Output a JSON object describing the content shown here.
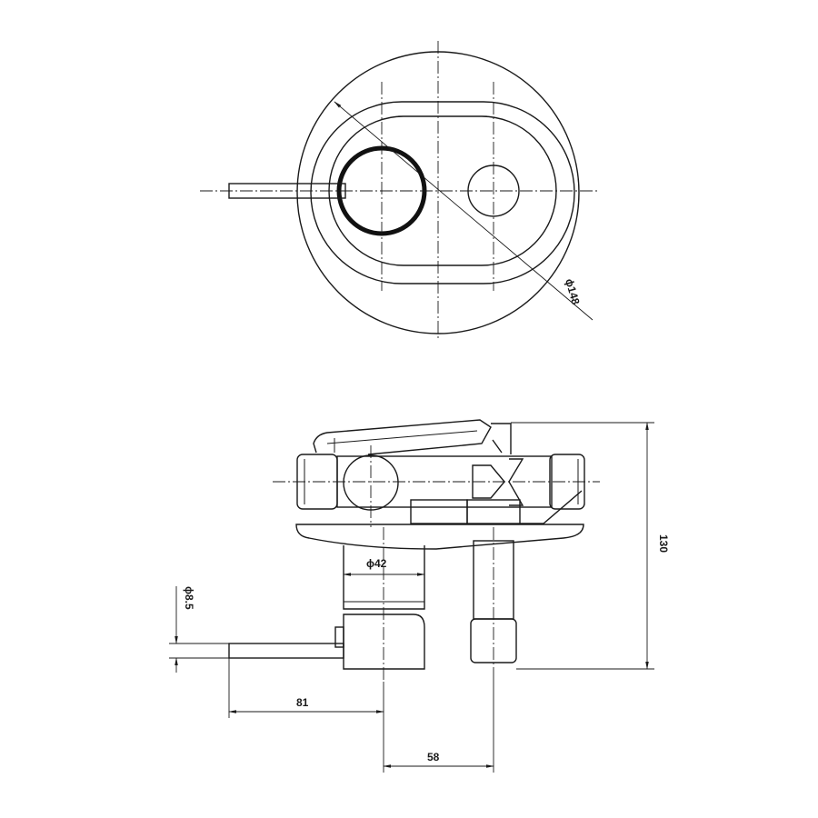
{
  "dimensions": {
    "outer_diameter": "148",
    "body_diameter": "42",
    "spout_diameter": "8.5",
    "total_height": "130",
    "spout_length": "81",
    "wall_offset": "58"
  },
  "symbols": {
    "diameter": "ϕ"
  }
}
